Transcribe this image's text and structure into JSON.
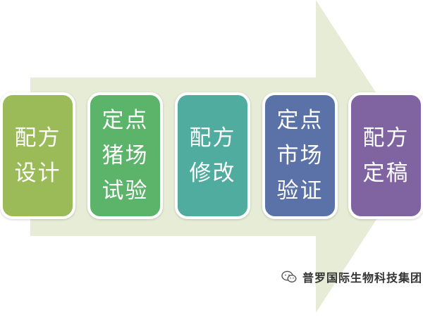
{
  "colors": {
    "arrow": "#e6ecd6",
    "step_1": "#9bbb59",
    "step_2": "#5cb36a",
    "step_3": "#4fac9f",
    "step_4": "#5a72a8",
    "step_5": "#8064a2"
  },
  "steps": [
    {
      "label": "配方设计"
    },
    {
      "label": "定点猪场试验"
    },
    {
      "label": "配方修改"
    },
    {
      "label": "定点市场验证"
    },
    {
      "label": "配方定稿"
    }
  ],
  "watermark": {
    "icon": "wechat-icon",
    "text": "普罗国际生物科技集团"
  }
}
